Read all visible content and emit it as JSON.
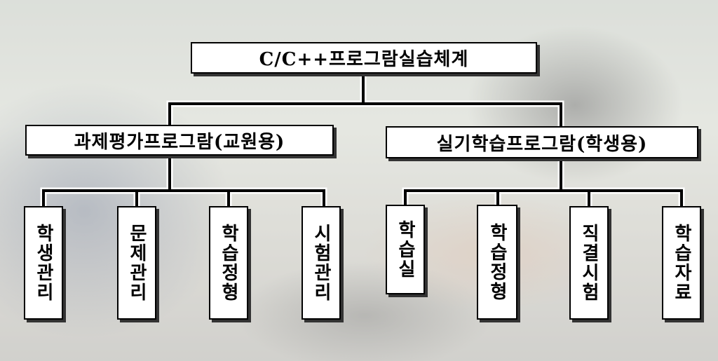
{
  "root": {
    "label": "C/C++프로그람실습체계"
  },
  "branches": [
    {
      "label": "과제평가프로그람(교원용)",
      "children": [
        "학생관리",
        "문제관리",
        "학습정형",
        "시험관리"
      ]
    },
    {
      "label": "실기학습프로그람(학생용)",
      "children": [
        "학습실",
        "학습정형",
        "직결시험",
        "학습자료"
      ]
    }
  ],
  "colors": {
    "box_fill": "#ffffff",
    "box_border": "#000000",
    "line": "#000000"
  }
}
